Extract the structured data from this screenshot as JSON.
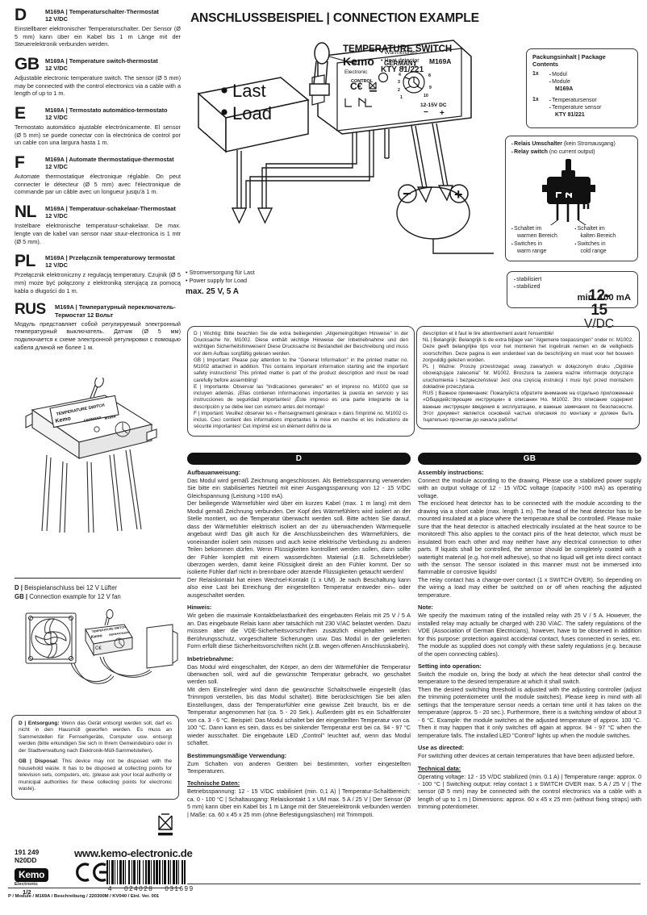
{
  "header": {
    "title": "ANSCHLUSSBEISPIEL | CONNECTION EXAMPLE"
  },
  "languages": [
    {
      "code": "D",
      "title": "M169A | Temperaturschalter-Thermostat\n12 V/DC",
      "body": "Einstellbarer elektronischer Temperaturschalter. Der Sensor (Ø 5 mm) kann über ein Kabel bis 1 m Länge mit der Steuerelektronik verbunden werden."
    },
    {
      "code": "GB",
      "title": "M169A | Temperature switch-thermostat\n12 V/DC",
      "body": "Adjustable electronic temperature switch. The sensor (Ø 5 mm) may be connected with the control electronics via a cable with a length of up to 1 m."
    },
    {
      "code": "E",
      "title": "M169A | Termostato automático-termostato\n12 V/DC",
      "body": "Termostato automático ajustable electrónicamente. El sensor (Ø 5 mm) se puede conectar con la electrónica de control por un cable con una largura hasta 1 m."
    },
    {
      "code": "F",
      "title": "M169A | Automate thermostatique-thermostat\n12 V/DC",
      "body": "Automate thermostatique électronique réglable. On peut connecter le détecteur (Ø 5 mm) avec l'électronique de commande par un câble avec un longueur jusqu'à 1 m."
    },
    {
      "code": "NL",
      "title": "M169A | Temperatuur-schakelaar-Thermostaat\n12 V/DC",
      "body": "Instelbare elektronische temperatuur-schakelaar. De max. lengte van de kabel van sensor naar stuur-electronica is 1 mtr (Ø 5 mm)."
    },
    {
      "code": "PL",
      "title": "M169A | Przełącznik temperaturowy termostat\n12 V/DC",
      "body": "Przełącznik elektroniczny z regulacją temperatury. Czujnik (Ø 5 mm) może być połączony z elektroniką sterującą za pomocą kabla o długości do 1 m."
    },
    {
      "code": "RUS",
      "title": "M169A | Температурный переключатель-\nТермостат 12 Вольт",
      "body": "Модуль представляет собой регулируемый электронный температурный выключатель. Датчик (Ø 5 мм) подключается к схеме электронной регулировки с помощью кабеля длиной не более 1 м."
    }
  ],
  "diagram": {
    "sensor_labels": [
      "Wärmefühler",
      "Heat detector"
    ],
    "sensor_part": "KTY 81/221",
    "load_labels": [
      "Last",
      "Load"
    ],
    "power_labels": [
      "Stromversorgung für Last",
      "Power supply for Load"
    ],
    "power_rating": "max. 25 V, 5 A",
    "supply_voltage_number": "12-15",
    "supply_voltage_unit": "V/DC",
    "module_brand": "Kemo",
    "module_brand_sub": "Electronic",
    "module_country": "GERMANY",
    "module_type": "M169A",
    "module_caption": "TEMPERATURE SWITCH",
    "module_led": "CONTROL",
    "module_dc_label": "12-15V DC",
    "module_minus": "−",
    "module_plus": "+",
    "pot_scale": [
      "1",
      "2",
      "3",
      "4",
      "5",
      "6",
      "8",
      "9",
      "10"
    ]
  },
  "package_box": {
    "title": "Packungsinhalt | Package Contents",
    "rows": [
      {
        "qty": "1x",
        "items": [
          "Modul",
          "Module"
        ],
        "strong": "M169A"
      },
      {
        "qty": "1x",
        "items": [
          "Temperatursensor",
          "Temperature sensor"
        ],
        "strong": "KTY 81/221"
      }
    ]
  },
  "relay_box": {
    "line1_bold": "Relais Umschalter",
    "line1_rest": " (kein Stromausgang)",
    "line2_bold": "Relay switch",
    "line2_rest": " (no current output)",
    "left_legend": [
      "Schaltet im",
      "warmen Bereich",
      "Switches in",
      "warm range"
    ],
    "right_legend": [
      "Schaltet im",
      "kalten Bereich",
      "Switches in",
      "cold range"
    ]
  },
  "stabilized_box": {
    "lines": [
      "stabilisiert",
      "stabilized"
    ],
    "current": "min. 100 mA"
  },
  "notice_left": {
    "paragraphs": [
      "D | Wichtig: Bitte beachten Sie die extra beiliegenden „Allgemeingültigen Hinweise\" in der Drucksache Nr. M1002. Diese enthält wichtige Hinweise der Inbetriebnahme und den wichtigen Sicherheitshinweisen! Diese Drucksache ist Bestandteil der Beschreibung und muss vor dem Aufbau sorgfältig gelesen werden.",
      "GB | Important: Please pay attention to the \"General Information\" in the printed matter no. M1002 attached in addition. This contains important information starting and the important safety instructions! This printed matter is part of the product description and must be read carefully before assembling!",
      "E | Importante: Observar las \"Indicaciones generales\" en el impreso no. M1002 que se incluyen además. ¡Ellas contienen informaciones importantes la puesta en servicio y las instrucciones de seguridad importantes! ¡Éste impreso es una parte integrante de la descripción y se debe leer con esmero antes del montaje!",
      "F | Important: Veuillez observer les « Renseignement généraux » dans l'imprimé no. M1002 ci-inclus. Ceci contient des informations importantes la mise en marche et les indications de sécurité importantes! Cet imprimé est un élément défini de la"
    ]
  },
  "notice_right": {
    "paragraphs": [
      "description et il faut le lire attentivement avant l'ensemble!",
      "NL | Belangrijk: Belangrijk is de extra bijlage van \"Algemene toepassingen\" onder nr. M1002. Deze geeft belangrijke tips voor het monteren het ingebruik nemen en de veiligheids voorschriften. Deze pagina is een onderdeel van de beschrijving en moet voor het bouwen zorgvuldig gelezen worden.",
      "PL | Ważne: Proszę przestrzegać uwag zawartych w dołączonym druku „Ogólnie obowiązujące zalecenia\" Nr. M1002. Broszura ta zawiera ważne informacje dotyczące uruchomienia i bezpieczeństwa! Jest ona częścią instrukcji i musi być przed montażem dokładnie przeczytana.",
      "RUS | Важное примечание: Пожалуйста обратите внимание на отдельно приложенные «Общедействующие инструкции» в описании Но. M1002. Это описание содержит важные инструкции введения в эксплуатацию, и важные замечания по безопасности. Этот документ является основной частью описания по монтажу и должен быть тщательно прочитан до начала работы!"
    ]
  },
  "col_de": {
    "flag": "D",
    "sections": [
      {
        "heading": "Aufbauanweisung:",
        "paragraphs": [
          "Das Modul wird gemäß Zeichnung angeschlossen. Als Betriebsspannung verwenden Sie bitte ein stabilisiertes Netzteil mit einer Ausgangsspannung von 12 - 15 V/DC Gleichspannung (Leistung >100 mA).",
          "Der beiliegende Wärmefühler wird über ein kurzes Kabel (max. 1 m lang) mit dem Modul gemäß Zeichnung verbunden. Der Kopf des Wärmefühlers wird isoliert an der Stelle montiert, wo die Temperatur überwacht werden soll. Bitte achten Sie darauf, dass der Wärmefühler elektrisch isoliert an der zu überwachenden Wärmequelle angebaut wird! Das gilt auch für die Anschlussbeinchen des Wärmefühlers, die voneinander isoliert sein müssen und auch keine elektrische Verbindung zu anderen Teilen bekommen dürfen. Wenn Flüssigkeiten kontrolliert werden sollen, dann sollte der Fühler komplett mit einem wasserdichten Material (z.B. Schmelzkleber) überzogen werden, damit keine Flüssigkeit direkt an den Fühler kommt. Der so isolierte Fühler darf nicht in brennbare oder ätzende Flüssigkeiten getaucht werden!",
          "Der Relaiskontakt hat einen Wechsel-Kontakt (1 x UM). Je nach Beschaltung kann also eine Last bei Erreichung der eingestellten Temperatur entweder ein– oder ausgeschaltet werden."
        ]
      },
      {
        "heading": "Hinweis:",
        "paragraphs": [
          "Wir geben die maximale Kontaktbelastbarkeit des eingebauten Relais mit 25 V / 5 A an. Das eingebaute Relais kann aber tatsächlich mit 230 V/AC belastet werden. Dazu müssen aber die VDE-Sicherheitsvorschriften zusätzlich eingehalten werden: Berührungsschutz, vorgeschaltete Sicherungen usw. Das Modul in der gelieferten Form erfüllt diese Sicherheitsvorschriften nicht (z.B. wegen offenen Anschlusskabeln)."
        ]
      },
      {
        "heading": "Inbetriebnahme:",
        "paragraphs": [
          "Das Modul wird eingeschaltet, der Körper, an dem der Wärmefühler die Temperatur überwachen soll, wird auf die gewünschte Temperatur gebracht, wo geschaltet werden soll.",
          "Mit dem Einstellregler wird dann die gewünschte Schaltschwelle eingestellt (das Trimmpoti verstellen, bis das Modul schaltet). Bitte berücksichtigen Sie bei allen Einstellungen, dass der Temperaturfühler eine gewisse Zeit braucht, bis er die Temperatur angenommen hat (ca. 5 - 20 Sek.). Außerdem gibt es ein Schaltfenster von ca. 3 - 6 °C. Beispiel: Das Modul schaltet bei der eingestellten Temperatur von ca. 100 °C. Dann kann es sein, dass es bei sinkender Temperatur erst bei ca. 94 - 97 °C wieder ausschaltet. Die eingebaute LED „Control\" leuchtet auf, wenn das Modul schaltet."
        ]
      },
      {
        "heading": "Bestimmungsmäßige Verwendung:",
        "paragraphs": [
          "Zum Schalten von anderen Geräten bei bestimmten, vorher eingestellten Temperaturen."
        ]
      },
      {
        "heading": "Technische Daten:",
        "underline": true,
        "paragraphs": [
          "Betriebsspannung: 12 - 15 V/DC stabilisiert (min. 0,1 A) | Temperatur-Schaltbereich: ca. 0 - 100 °C | Schaltausgang: Relaiskontakt 1 x UM max. 5 A / 25 V | Der Sensor (Ø 5 mm) kann über ein Kabel bis 1 m Länge mit der Steuerelektronik verbunden werden | Maße: ca. 60 x 45 x 25 mm (ohne Befestigungslaschen) mit Trimmpoti."
        ]
      }
    ]
  },
  "col_gb": {
    "flag": "GB",
    "sections": [
      {
        "heading": "Assembly instructions:",
        "paragraphs": [
          "Connect the module according to the drawing. Please use a stabilized power supply with an output voltage of 12 - 15 V/DC voltage (capacity >100 mA) as operating voltage.",
          "The enclosed heat detector has to be connected with the module according to the drawing via a short cable (max. length 1 m). The head of the heat detector has to be mounted insulated at a place where the temperature shall be controlled. Please make sure that the heat detector is attached electrically insulated at the heat source to be monitored! This also applies to the contact pins of the heat detector, which must be insulated from each other and may neither have any electrical connection to other parts. If liquids shall be controlled, the sensor should be completely coated with a watertight material (e.g. hot-melt adhesive), so that no liquid will get into direct contact with the sensor. The sensor isolated in this manner must not be immersed into flammable or corrosive liquids!",
          "The relay contact has a change-over contact (1 x SWITCH OVER). So depending on the wiring a load may either be switched on or off when reaching the adjusted temperature."
        ]
      },
      {
        "heading": "Note:",
        "paragraphs": [
          "We specify the maximum rating of the installed relay with 25 V / 5 A. However, the installed relay may actually be charged with 230 V/AC. The safety regulations of the VDE (Association of German Electricians), however, have to be observed in addition for this purpose: protection against accidental contact, fuses connected in series, etc. The module as supplied does not comply with these safety regulations (e.g. because of the open connecting cables)."
        ]
      },
      {
        "heading": "Setting into operation:",
        "paragraphs": [
          "Switch the module on, bring the body at which the heat detector shall control the temperature to the desired temperature at which it shall switch.",
          "Then the desired switching threshold is adjusted with the adjusting controller (adjust the trimming potentiometer until the module switches). Please keep in mind with all settings that the temperature sensor needs a certain time until it has taken on the temperature (approx. 5 - 20 sec.). Furthermore, there is a switching window of about 3 - 6 °C. Example: the module switches at the adjusted temperature of approx. 100 °C. Then it may happen that it only switches off again at approx. 94 - 97 °C when the temperature falls. The installed LED \"Control\" lights up when the module switches."
        ]
      },
      {
        "heading": "Use as directed:",
        "paragraphs": [
          "For switching other devices at certain temperatures that have been adjusted before."
        ]
      },
      {
        "heading": "Technical data:",
        "underline": true,
        "paragraphs": [
          "Operating voltage: 12 - 15 V/DC stabilized (min. 0.1 A) | Temperature range: approx. 0 - 100 °C | Switching output: relay contact 1 x SWITCH OVER max. 5 A / 25 V | The sensor (Ø 5 mm) may be connected with the control electronics via a cable with a length of up to 1 m | Dimensions: approx. 60 x 45 x 25 mm (without fixing straps) with trimming potentiometer."
        ]
      }
    ]
  },
  "fan_example": {
    "line_de_label": "D |",
    "line_de_text": " Beispielanschluss bei 12 V Lüfter",
    "line_gb_label": "GB |",
    "line_gb_text": " Connection example for 12 V fan"
  },
  "disposal": {
    "de_label": "D | Entsorgung:",
    "de_text": " Wenn das Gerät entsorgt werden soll, darf es nicht in den Hausmüll geworfen werden. Es muss an Sammelstellen für Fernsehgeräte, Computer usw. entsorgt werden (bitte erkundigen Sie sich in Ihrem Gemeindebüro oder in der Stadtverwaltung nach Elektronik-Müll-Sammelstellen).",
    "gb_label": "GB | Disposal:",
    "gb_text": " This device may not be disposed with the household waste. It has to be disposed at collecting points for television sets, computers, etc. (please ask your local authority or municipal authorities for these collecting points for electronic waste)."
  },
  "footer": {
    "code_line1": "191 249",
    "code_line2": "N20DD",
    "brand": "Kemo",
    "brand_sub": "Electronic",
    "page": "1/2",
    "url": "www.kemo-electronic.de",
    "ce": "CE",
    "barcode_digits": [
      "4",
      "024028",
      "031699"
    ],
    "meta": "P / Module / M169A / Beschreibung / 220300M / KV040 / Einl. Ver. 001"
  }
}
